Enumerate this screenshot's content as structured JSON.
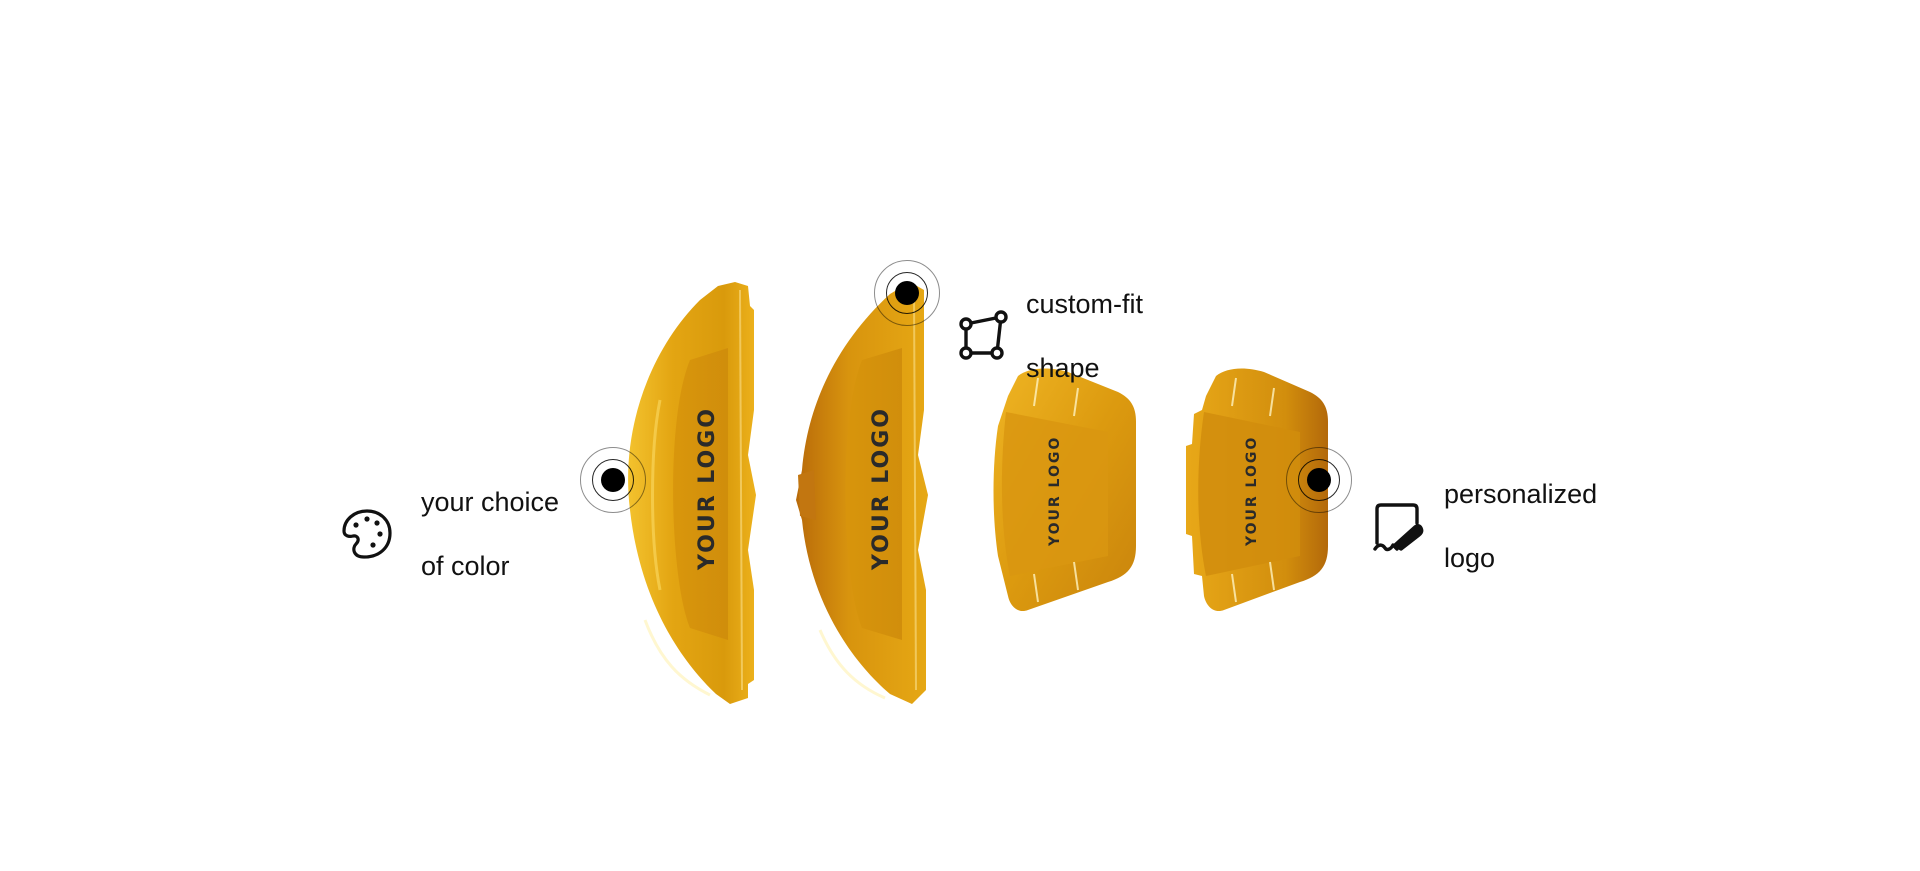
{
  "colors": {
    "caliper_base": "#E0A00E",
    "caliper_dark": "#C27F0C",
    "caliper_light": "#F3C22E",
    "hotspot": "#000000",
    "text": "#111111",
    "background": "#FFFFFF"
  },
  "calipers": [
    {
      "id": "front-left",
      "logo_text": "YOUR LOGO"
    },
    {
      "id": "front-right",
      "logo_text": "YOUR LOGO"
    },
    {
      "id": "rear-left",
      "logo_text": "YOUR LOGO"
    },
    {
      "id": "rear-right",
      "logo_text": "YOUR LOGO"
    }
  ],
  "features": [
    {
      "id": "color",
      "icon": "palette-icon",
      "label_line1": "your choice",
      "label_line2": "of color"
    },
    {
      "id": "shape",
      "icon": "polygon-nodes-icon",
      "label_line1": "custom-fit",
      "label_line2": "shape"
    },
    {
      "id": "logo",
      "icon": "signature-icon",
      "label_line1": "personalized",
      "label_line2": "logo"
    }
  ]
}
